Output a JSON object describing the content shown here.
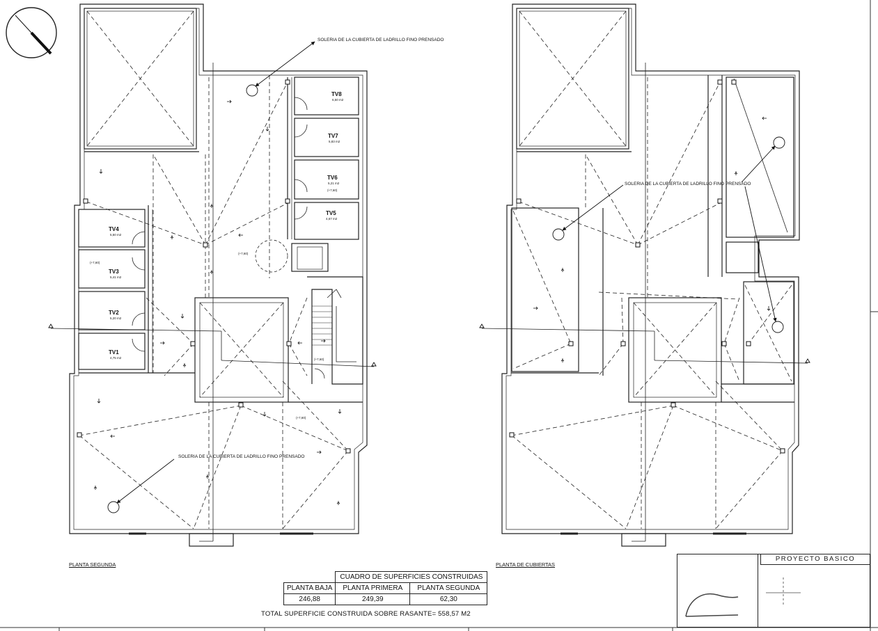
{
  "plan_left": {
    "title": "PLANTA SEGUNDA",
    "note_top": "SOLERIA DE LA CUBIERTA DE LADRILLO FINO PRENSADO",
    "note_bottom": "SOLERIA DE LA CUBIERTA DE LADRILLO FINO PRENSADO",
    "level_labels": [
      "(+7,60)",
      "(+7,60)",
      "(+7,60)",
      "(+7,60)",
      "(+7,60)"
    ],
    "storage_rooms": [
      {
        "name": "TV8",
        "area": "6,50 m2"
      },
      {
        "name": "TV7",
        "area": "5,83 m2"
      },
      {
        "name": "TV6",
        "area": "5,21 m2"
      },
      {
        "name": "TV5",
        "area": "4,67 m2"
      },
      {
        "name": "TV4",
        "area": "5,50 m2"
      },
      {
        "name": "TV3",
        "area": "5,41 m2"
      },
      {
        "name": "TV2",
        "area": "5,20 m2"
      },
      {
        "name": "TV1",
        "area": "4,75 m2"
      }
    ]
  },
  "plan_right": {
    "title": "PLANTA DE CUBIERTAS",
    "note": "SOLERIA DE LA CUBIERTA DE LADRILLO FINO PRENSADO"
  },
  "surface_table": {
    "title": "CUADRO DE SUPERFICIES CONSTRUIDAS",
    "headers": [
      "PLANTA BAJA",
      "PLANTA PRIMERA",
      "PLANTA SEGUNDA"
    ],
    "values": [
      "246,88",
      "249,39",
      "62,30"
    ],
    "total": "TOTAL SUPERFICIE CONSTRUIDA SOBRE RASANTE= 558,57 M2"
  },
  "title_block": {
    "project": "PROYECTO BASICO"
  }
}
